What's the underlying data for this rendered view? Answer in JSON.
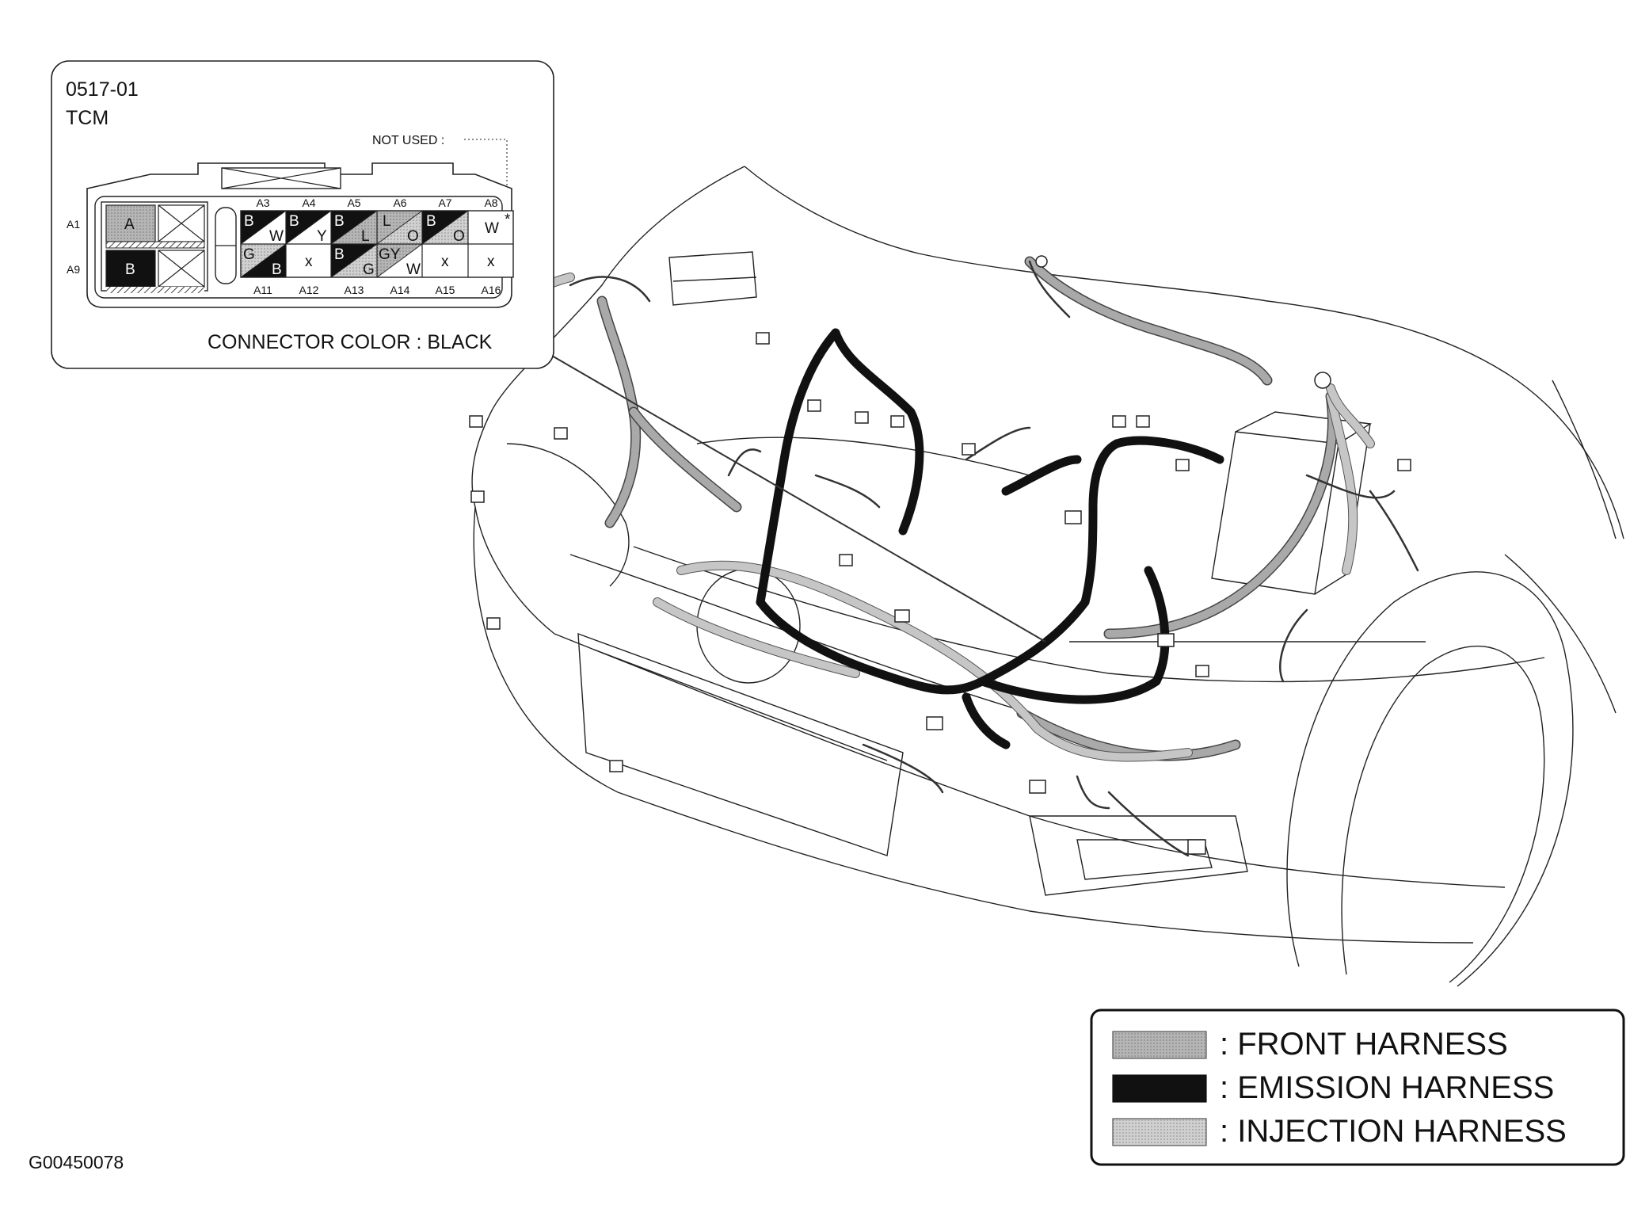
{
  "connector": {
    "code": "0517-01",
    "name": "TCM",
    "not_used": "NOT USED :",
    "color_caption": "CONNECTOR COLOR : BLACK",
    "row_labels": [
      "A1",
      "A9"
    ],
    "top_pins": [
      "A3",
      "A4",
      "A5",
      "A6",
      "A7",
      "A8"
    ],
    "bottom_pins": [
      "A11",
      "A12",
      "A13",
      "A14",
      "A15",
      "A16"
    ],
    "left_cells": [
      "A",
      "B"
    ],
    "top_cells": [
      {
        "upper": "B",
        "lower": "W"
      },
      {
        "upper": "B",
        "lower": "Y"
      },
      {
        "upper": "B",
        "lower": "L"
      },
      {
        "upper": "L",
        "lower": "O"
      },
      {
        "upper": "B",
        "lower": "O"
      },
      {
        "upper": "",
        "lower": "W"
      }
    ],
    "bottom_cells": [
      {
        "upper": "G",
        "lower": "B"
      },
      {
        "upper": "",
        "lower": "x"
      },
      {
        "upper": "B",
        "lower": "G"
      },
      {
        "upper": "GY",
        "lower": "W"
      },
      {
        "upper": "",
        "lower": "x"
      },
      {
        "upper": "",
        "lower": "x"
      }
    ]
  },
  "legend": {
    "items": [
      {
        "label": ": FRONT HARNESS",
        "color": "#a9a9a9"
      },
      {
        "label": ": EMISSION HARNESS",
        "color": "#111111"
      },
      {
        "label": ": INJECTION HARNESS",
        "color": "#c6c6c6"
      }
    ]
  },
  "figure_id": "G00450078"
}
